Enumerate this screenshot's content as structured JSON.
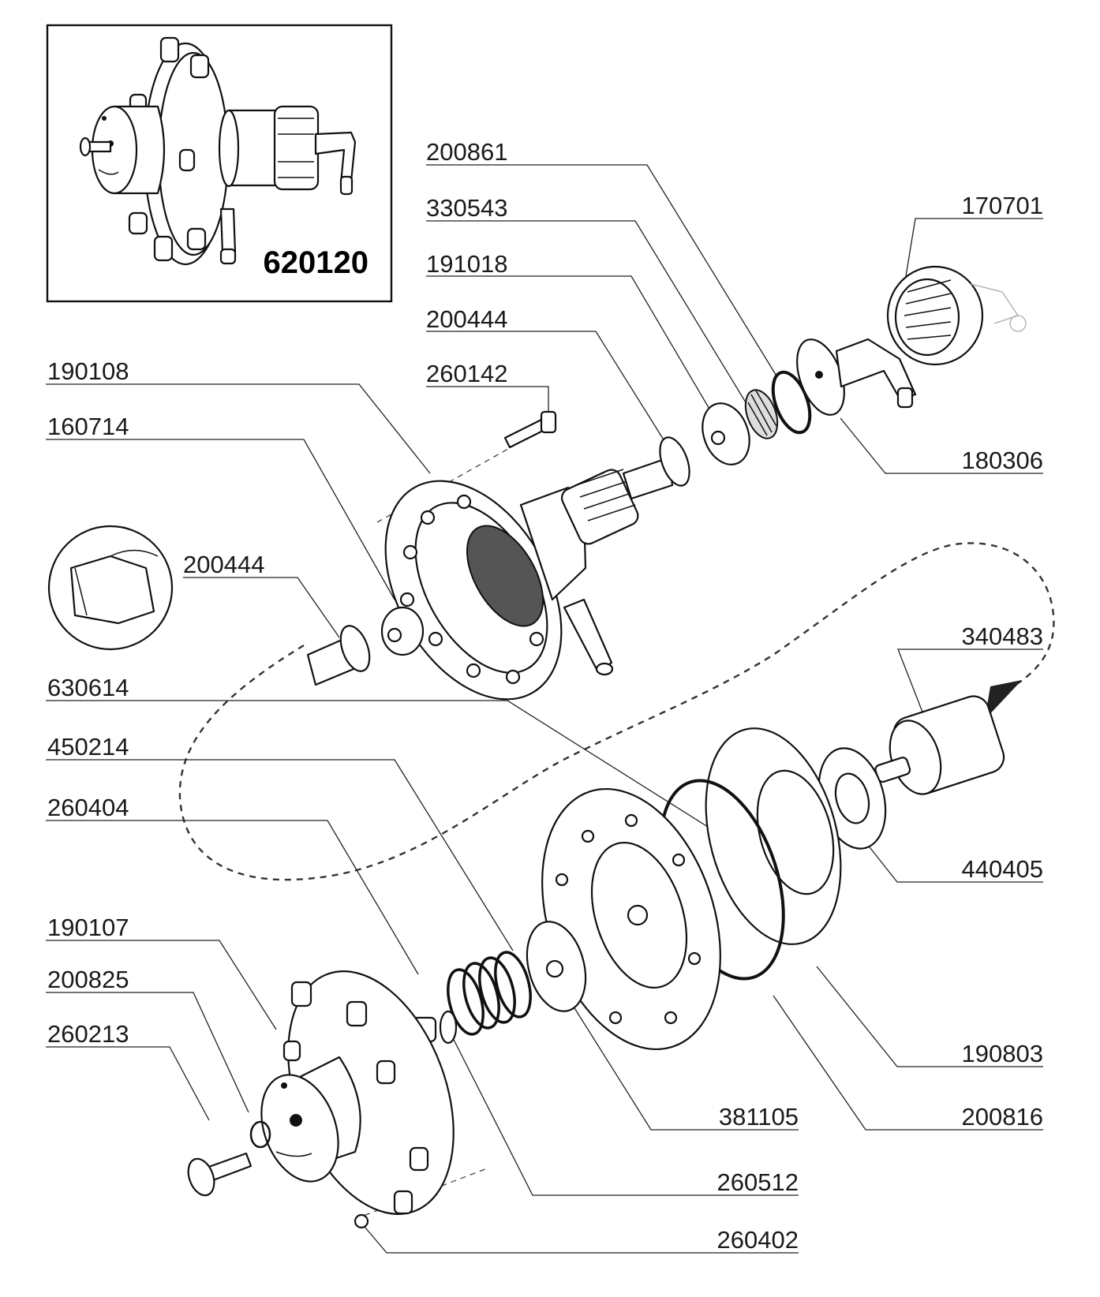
{
  "assembly": {
    "number": "620120"
  },
  "parts": {
    "p200861": "200861",
    "p330543": "330543",
    "p191018": "191018",
    "p200444_top": "200444",
    "p260142": "260142",
    "p190108": "190108",
    "p160714": "160714",
    "p200444_detail": "200444",
    "p170701": "170701",
    "p180306": "180306",
    "p340483": "340483",
    "p440405": "440405",
    "p630614": "630614",
    "p450214": "450214",
    "p260404": "260404",
    "p190107": "190107",
    "p200825": "200825",
    "p260213": "260213",
    "p190803": "190803",
    "p381105": "381105",
    "p200816": "200816",
    "p260512": "260512",
    "p260402": "260402"
  }
}
